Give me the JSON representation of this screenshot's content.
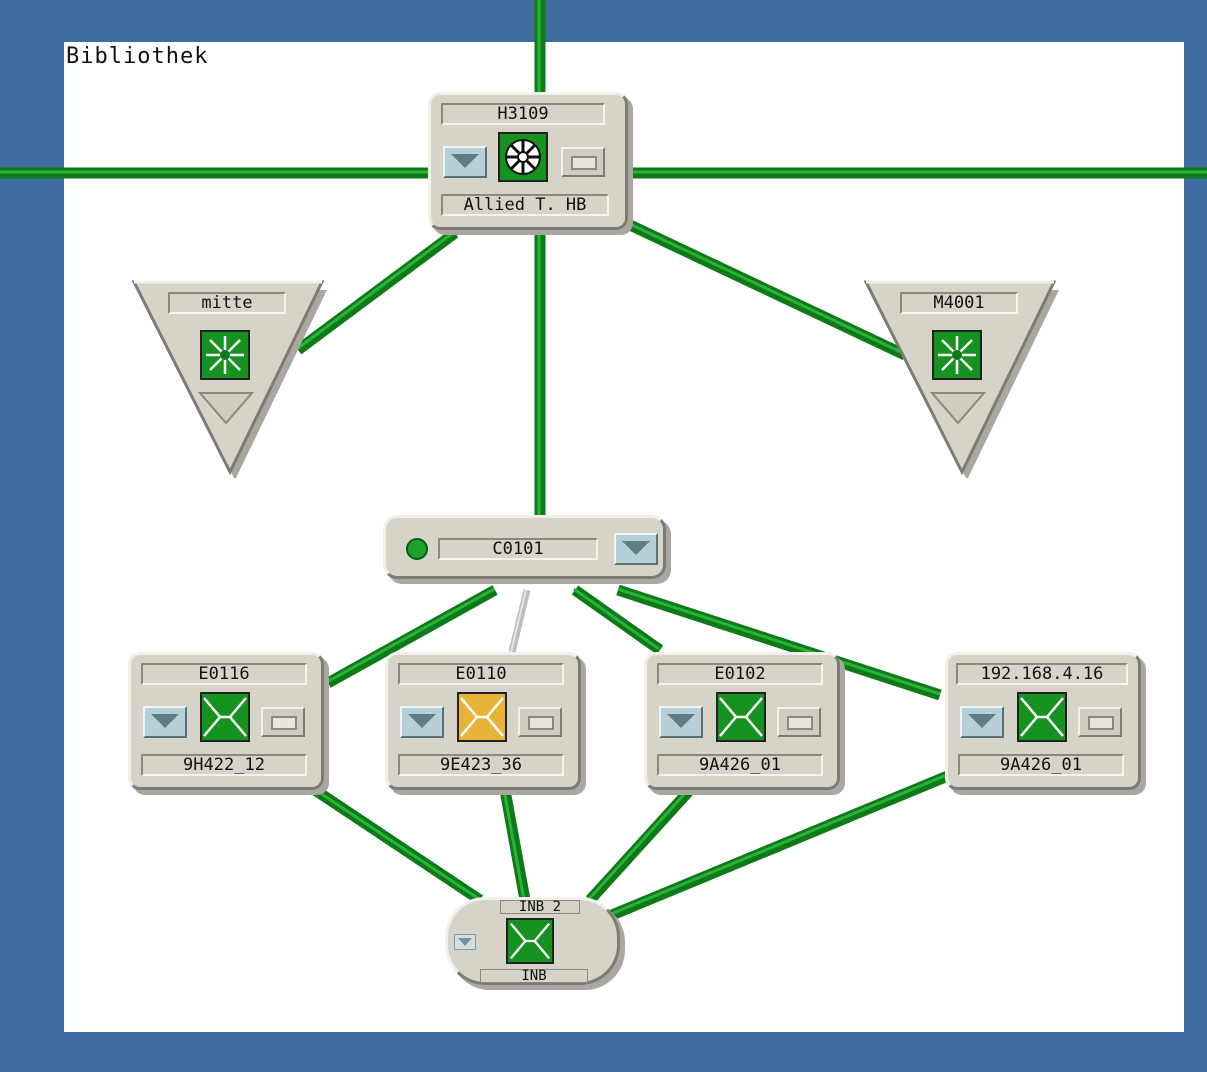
{
  "canvas": {
    "title": "Bibliothek"
  },
  "colors": {
    "frame": "#3d6d9e",
    "link": "#15921f",
    "link_secondary": "#b9b9b9",
    "device_body": "#d6d3c8",
    "status_ok": "#15921f",
    "status_warning": "#e8b337"
  },
  "nodes": {
    "h3109": {
      "title": "H3109",
      "subtitle": "Allied T. HB",
      "icon": "hub-wheel-icon",
      "status": "ok"
    },
    "mitte": {
      "title": "mitte",
      "icon": "router-arrows-icon",
      "status": "ok"
    },
    "m4001": {
      "title": "M4001",
      "icon": "router-arrows-icon",
      "status": "ok"
    },
    "c0101": {
      "title": "C0101",
      "status": "ok"
    },
    "e0116": {
      "title": "E0116",
      "subtitle": "9H422_12",
      "icon": "switch-cross-icon",
      "status": "ok"
    },
    "e0110": {
      "title": "E0110",
      "subtitle": "9E423_36",
      "icon": "switch-cross-icon",
      "status": "warning"
    },
    "e0102": {
      "title": "E0102",
      "subtitle": "9A426_01",
      "icon": "switch-cross-icon",
      "status": "ok"
    },
    "ip": {
      "title": "192.168.4.16",
      "subtitle": "9A426_01",
      "icon": "switch-cross-icon",
      "status": "ok"
    },
    "inb": {
      "title": "INB 2",
      "subtitle": "INB",
      "icon": "switch-cross-icon",
      "status": "ok"
    }
  }
}
